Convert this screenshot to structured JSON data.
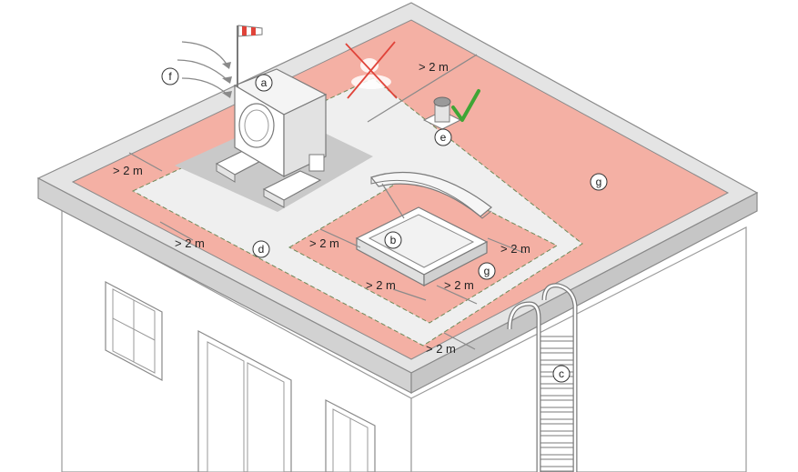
{
  "labels": {
    "a": "a",
    "b": "b",
    "c": "c",
    "d": "d",
    "e": "e",
    "f": "f",
    "g1": "g",
    "g2": "g"
  },
  "dimensions": {
    "d1": "> 2 m",
    "d2": "> 2 m",
    "d3": "> 2 m",
    "d4": "> 2 m",
    "d5": "> 2 m",
    "d6": "> 2 m",
    "d7": "> 2 m",
    "d8": "> 2 m"
  },
  "colors": {
    "danger_zone": "#f4b0a4",
    "safe_zone": "#efefef",
    "unit_base": "#c9c9c9",
    "roof_edge": "#dedede",
    "ok_mark": "#3fa535",
    "no_mark": "#e0443a",
    "windsock_red": "#e0443a"
  },
  "icons": {
    "ok": "check-mark-icon",
    "no": "cross-mark-icon",
    "wind": "windsock-icon"
  }
}
